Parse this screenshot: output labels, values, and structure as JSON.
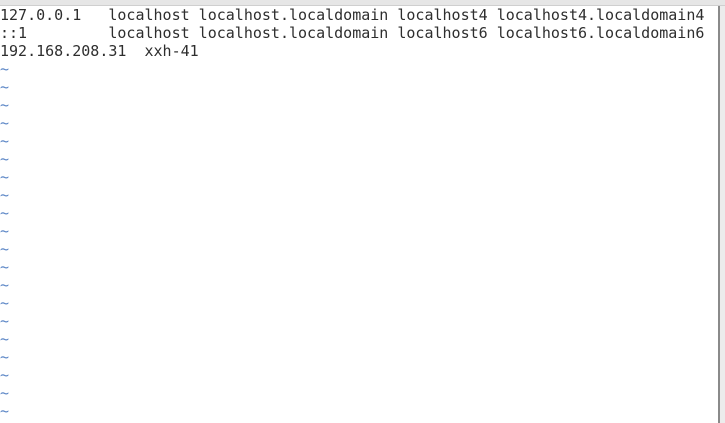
{
  "buffer": {
    "lines": [
      "127.0.0.1   localhost localhost.localdomain localhost4 localhost4.localdomain4",
      "::1         localhost localhost.localdomain localhost6 localhost6.localdomain6",
      "192.168.208.31  xxh-41"
    ],
    "empty_line_marker": "~",
    "empty_line_count": 20
  },
  "colors": {
    "text": "#2e2e2e",
    "tilde": "#5b86c6"
  }
}
